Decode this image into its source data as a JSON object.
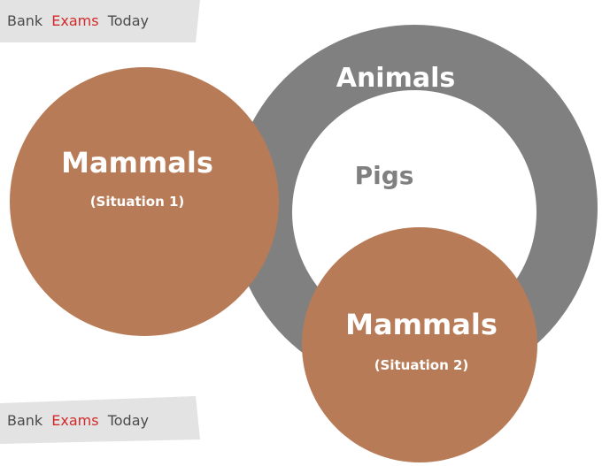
{
  "watermark": {
    "word1": "Bank",
    "word2": "Exams",
    "word3": "Today",
    "accent_color": "#d22a2a",
    "text_color": "#4a4a4a",
    "band_color": "#e3e3e3"
  },
  "diagram": {
    "outer_ring": {
      "label": "Animals",
      "color": "#808080"
    },
    "inner_region": {
      "label": "Pigs",
      "color": "#ffffff",
      "label_color": "#808080"
    },
    "situation_1": {
      "title": "Mammals",
      "subtitle": "(Situation 1)",
      "color": "#b87b58"
    },
    "situation_2": {
      "title": "Mammals",
      "subtitle": "(Situation 2)",
      "color": "#b87b58"
    }
  }
}
